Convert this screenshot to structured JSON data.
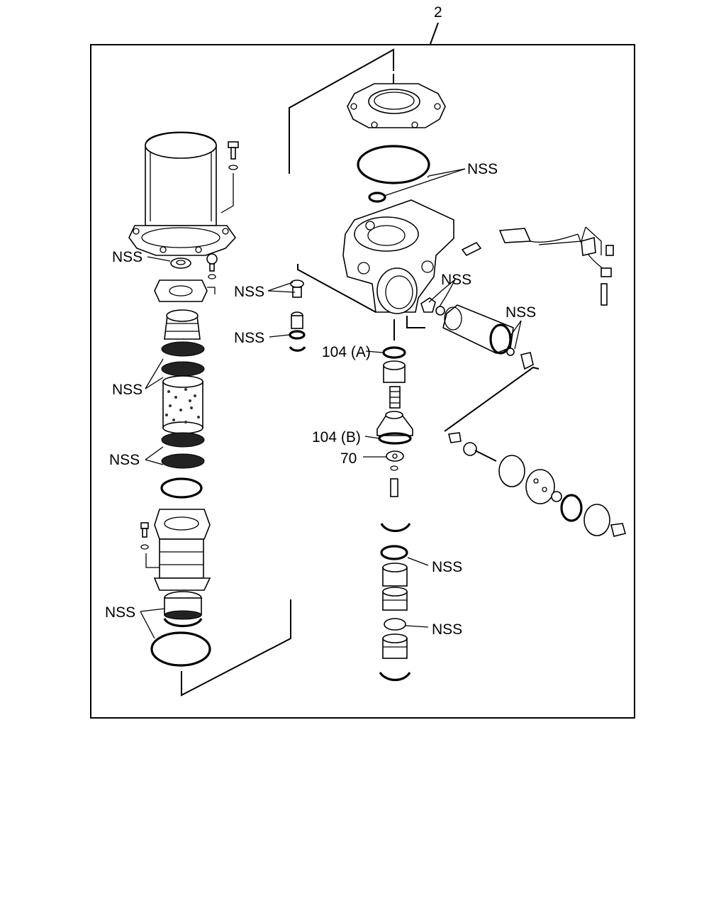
{
  "diagram": {
    "callout_number": "2",
    "labels": {
      "nss_top": "NSS",
      "nss_filter_seal": "NSS",
      "nss_valve_left": "NSS",
      "nss_valve_left_ring": "NSS",
      "nss_fitting_a": "NSS",
      "nss_fitting_b": "NSS",
      "part_104a": "104 (A)",
      "part_104b": "104 (B)",
      "part_70": "70",
      "nss_screens_upper": "NSS",
      "nss_screens_lower": "NSS",
      "nss_piston_ring": "NSS",
      "nss_piston_seal": "NSS",
      "nss_base_seals": "NSS"
    }
  }
}
